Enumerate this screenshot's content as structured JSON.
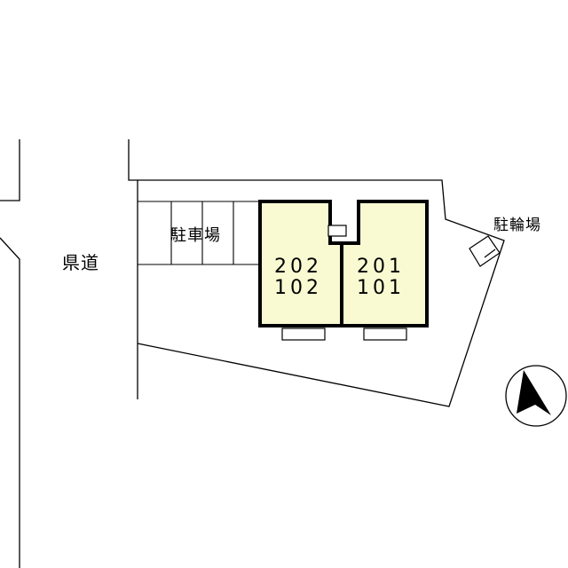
{
  "labels": {
    "road": "県道",
    "parking": "駐車場",
    "bicycle_parking": "駐輪場"
  },
  "units": {
    "left_upper": "202",
    "left_lower": "102",
    "right_upper": "201",
    "right_lower": "101"
  },
  "colors": {
    "building_fill": "#fafad2",
    "outline": "#000000",
    "background": "#ffffff"
  },
  "icons": {
    "compass": "north-arrow-icon"
  }
}
